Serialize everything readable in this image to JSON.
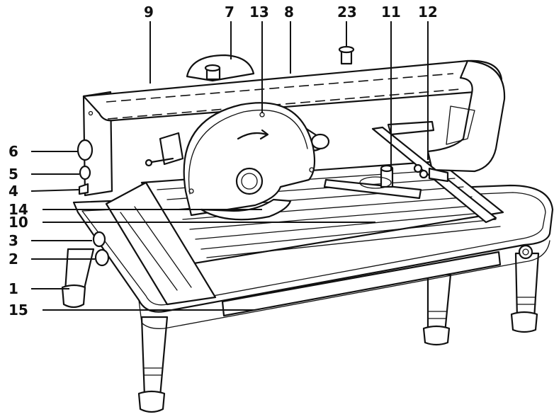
{
  "callouts": [
    {
      "id": "label-9",
      "text": "9"
    },
    {
      "id": "label-7",
      "text": "7"
    },
    {
      "id": "label-13",
      "text": "13"
    },
    {
      "id": "label-8",
      "text": "8"
    },
    {
      "id": "label-23",
      "text": "23"
    },
    {
      "id": "label-11",
      "text": "11"
    },
    {
      "id": "label-12",
      "text": "12"
    },
    {
      "id": "label-6",
      "text": "6"
    },
    {
      "id": "label-5",
      "text": "5"
    },
    {
      "id": "label-4",
      "text": "4"
    },
    {
      "id": "label-14",
      "text": "14"
    },
    {
      "id": "label-10",
      "text": "10"
    },
    {
      "id": "label-3",
      "text": "3"
    },
    {
      "id": "label-2",
      "text": "2"
    },
    {
      "id": "label-1",
      "text": "1"
    },
    {
      "id": "label-15",
      "text": "15"
    }
  ]
}
